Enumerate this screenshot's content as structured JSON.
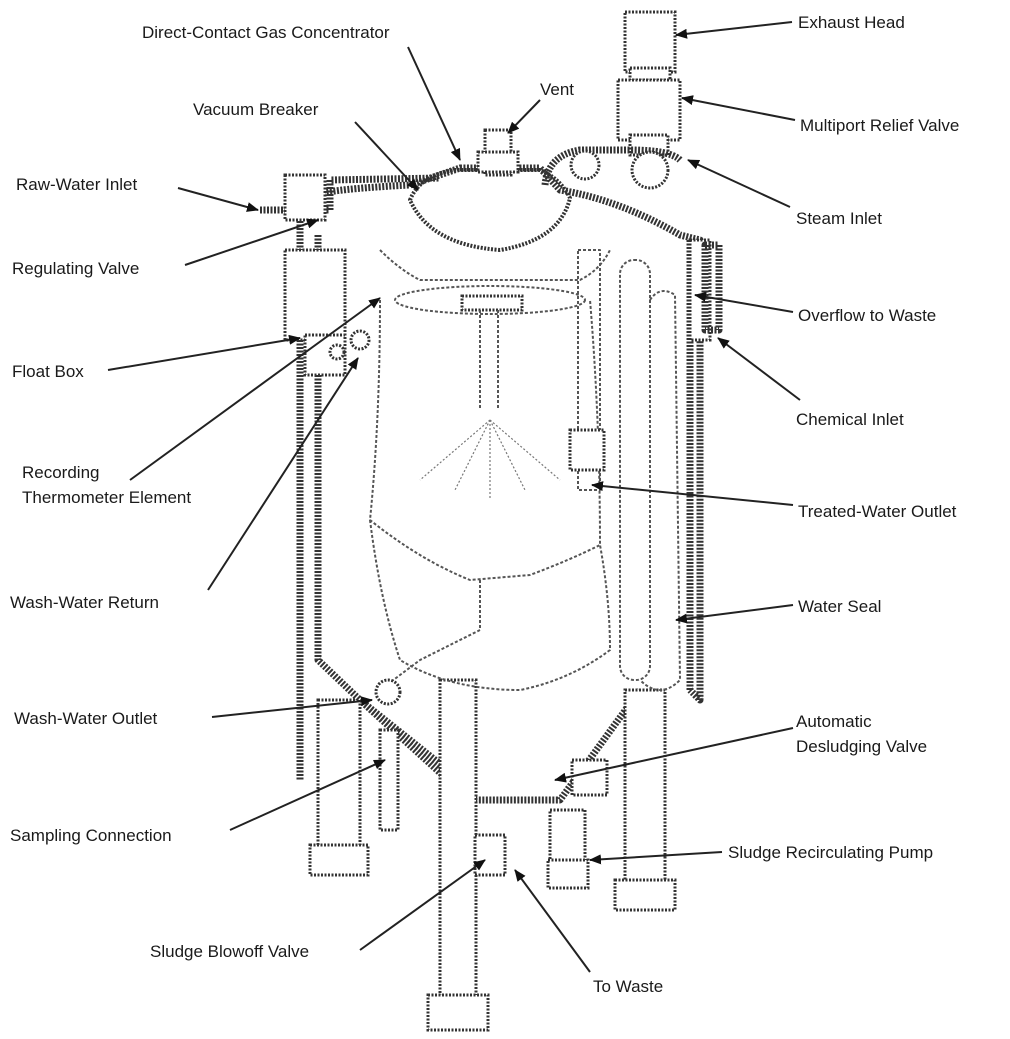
{
  "diagram": {
    "labels": {
      "exhaust_head": "Exhaust Head",
      "direct_contact": "Direct-Contact Gas Concentrator",
      "vent": "Vent",
      "vacuum_breaker": "Vacuum Breaker",
      "multiport_relief": "Multiport Relief Valve",
      "raw_water_inlet": "Raw-Water Inlet",
      "steam_inlet": "Steam Inlet",
      "regulating_valve": "Regulating Valve",
      "overflow_to_waste": "Overflow to Waste",
      "float_box": "Float Box",
      "chemical_inlet": "Chemical Inlet",
      "recording_1": "Recording",
      "recording_2": "Thermometer Element",
      "treated_water_outlet": "Treated-Water Outlet",
      "wash_water_return": "Wash-Water Return",
      "water_seal": "Water Seal",
      "wash_water_outlet": "Wash-Water Outlet",
      "auto_desludge_1": "Automatic",
      "auto_desludge_2": "Desludging Valve",
      "sampling_connection": "Sampling Connection",
      "sludge_recirc_pump": "Sludge Recirculating Pump",
      "sludge_blowoff": "Sludge Blowoff Valve",
      "to_waste": "To Waste"
    }
  }
}
